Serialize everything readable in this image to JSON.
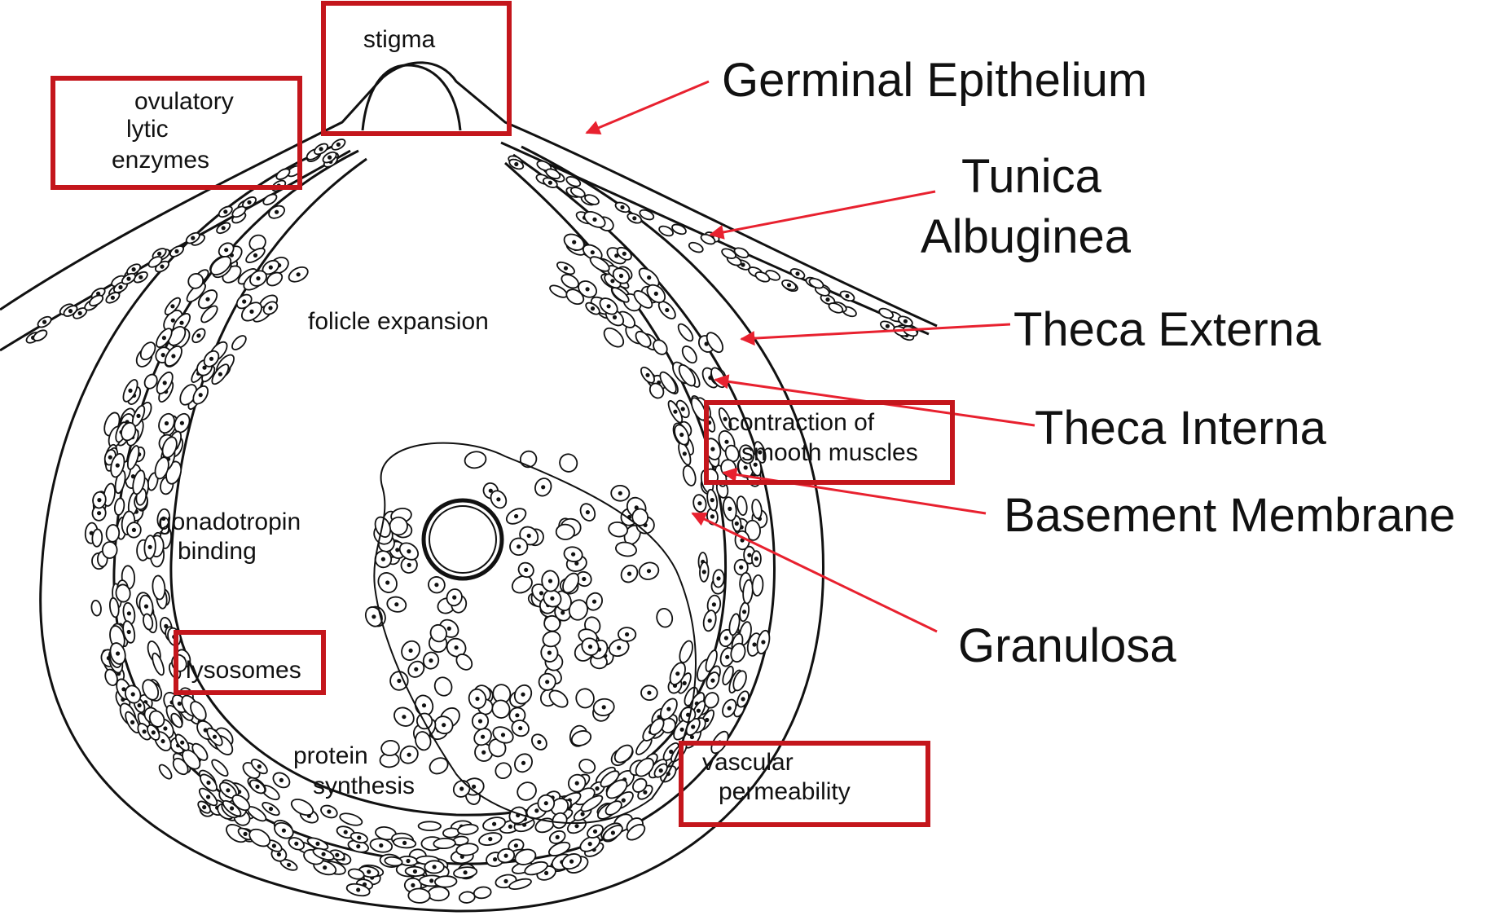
{
  "colors": {
    "box": "#c4161c",
    "arrow": "#e8212f",
    "line": "#111111",
    "text": "#111111",
    "background": "#ffffff"
  },
  "boxed_labels": {
    "stigma": "stigma",
    "ovulatory": [
      "ovulatory",
      "lytic",
      "enzymes"
    ],
    "contraction": [
      "contraction of",
      "smooth muscles"
    ],
    "lysosomes": "lysosomes",
    "vascular": [
      "vascular",
      "permeability"
    ]
  },
  "inner_labels": {
    "follicle_expansion": "folicle expansion",
    "gonadotropin": [
      "gonadotropin",
      "binding"
    ],
    "protein": [
      "protein",
      "synthesis"
    ]
  },
  "layer_labels": {
    "germinal_epithelium": "Germinal Epithelium",
    "tunica": [
      "Tunica",
      "Albuginea"
    ],
    "theca_externa": "Theca Externa",
    "theca_interna": "Theca Interna",
    "basement_membrane": "Basement Membrane",
    "granulosa": "Granulosa"
  },
  "icons": {
    "layer_pointer": "red-arrow-icon",
    "cell": "cell-icon",
    "oocyte": "oocyte-icon"
  }
}
